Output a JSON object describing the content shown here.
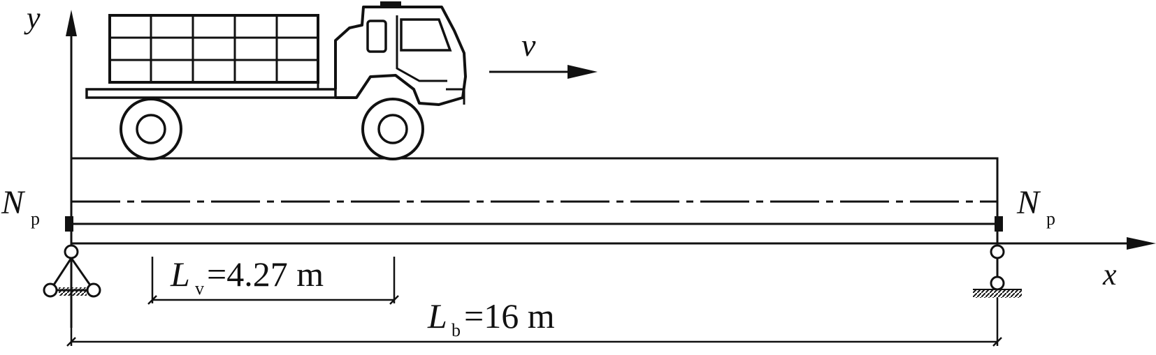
{
  "axes": {
    "y_label": "y",
    "x_label": "x"
  },
  "velocity": {
    "symbol": "v"
  },
  "prestress_force": {
    "symbol": "N",
    "subscript": "p"
  },
  "vehicle_length": {
    "symbol": "L",
    "subscript": "v",
    "value_text": "=4.27 m"
  },
  "beam_length": {
    "symbol": "L",
    "subscript": "b",
    "value_text": "=16 m"
  },
  "colors": {
    "ink": "#111111",
    "background": "#ffffff"
  }
}
